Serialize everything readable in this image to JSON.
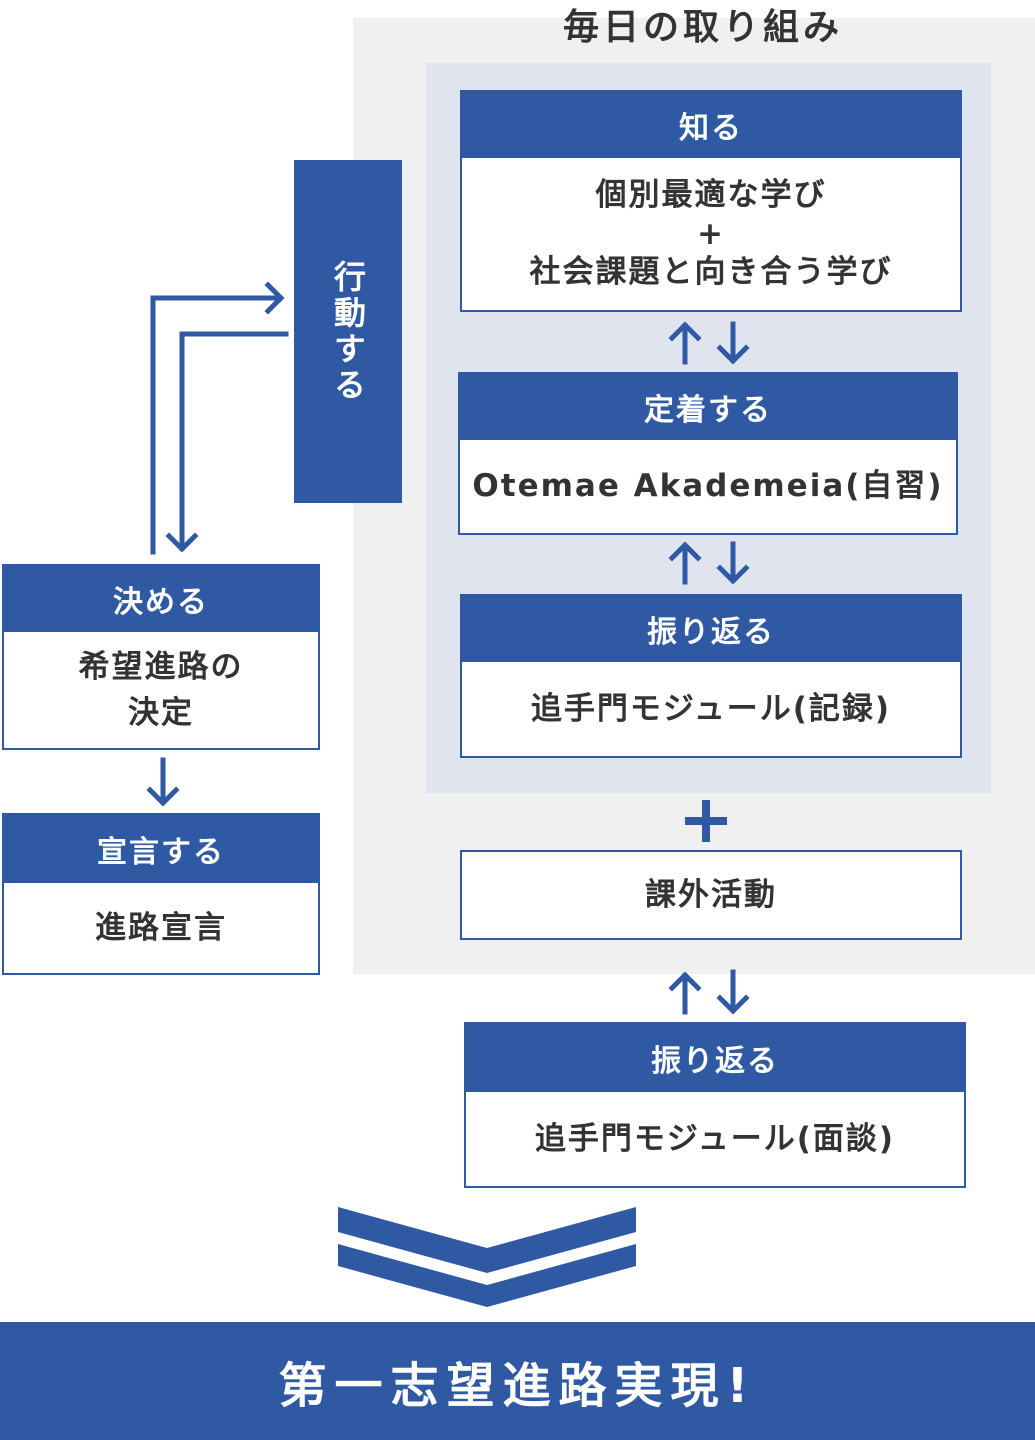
{
  "title": "毎日の取り組み",
  "action": "行動する",
  "know": {
    "head": "知る",
    "line1": "個別最適な学び",
    "plus": "+",
    "line2": "社会課題と向き合う学び"
  },
  "settle": {
    "head": "定着する",
    "body": "Otemae Akademeia(自習)"
  },
  "reflect1": {
    "head": "振り返る",
    "body": "追手門モジュール(記録)"
  },
  "extra": {
    "body": "課外活動"
  },
  "reflect2": {
    "head": "振り返る",
    "body": "追手門モジュール(面談)"
  },
  "decide": {
    "head": "決める",
    "line1": "希望進路の",
    "line2": "決定"
  },
  "declare": {
    "head": "宣言する",
    "body": "進路宣言"
  },
  "banner": "第一志望進路実現!",
  "colors": {
    "accent": "#2f5aa3",
    "panel_gray": "#f0f0f0",
    "panel_blue": "#dfe4ef",
    "text": "#333333"
  }
}
